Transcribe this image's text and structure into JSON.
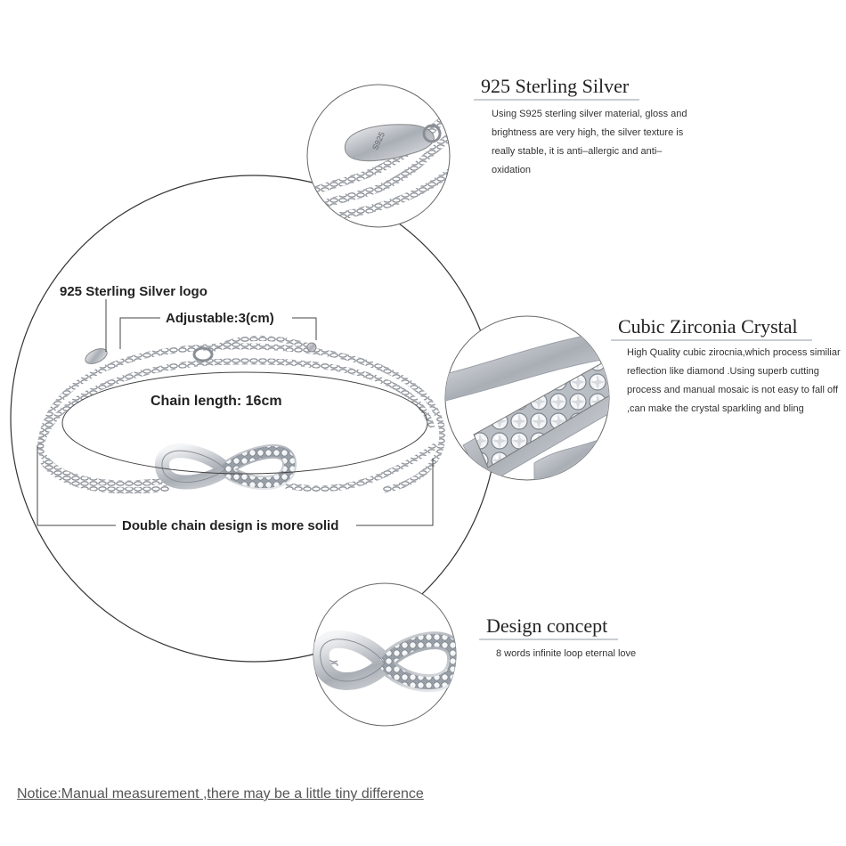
{
  "features": {
    "sterling": {
      "title": "925 Sterling Silver",
      "description": "Using S925 sterling silver material, gloss and brightness are very high, the silver texture is really stable, it is anti–allergic and anti–oxidation",
      "tag_engraving": "S925"
    },
    "zirconia": {
      "title": "Cubic Zirconia Crystal",
      "description": "High Quality cubic zirocnia,which process similiar reflection like diamond .Using superb cutting process and manual mosaic is not easy to fall off ,can make the crystal sparkling and bling"
    },
    "design": {
      "title": "Design concept",
      "description": "8 words infinite loop eternal love"
    }
  },
  "annotations": {
    "logo": "925 Sterling Silver logo",
    "adjustable": "Adjustable:3(cm)",
    "chain_length": "Chain length: 16cm",
    "double_chain": "Double chain design is more solid"
  },
  "notice": "Notice:Manual measurement ,there may be a little tiny  difference",
  "colors": {
    "circle_outline": "#333333",
    "silver_dark": "#8a8f96",
    "silver_light": "#d8dce1",
    "title_rule": "#c9cdd3"
  }
}
